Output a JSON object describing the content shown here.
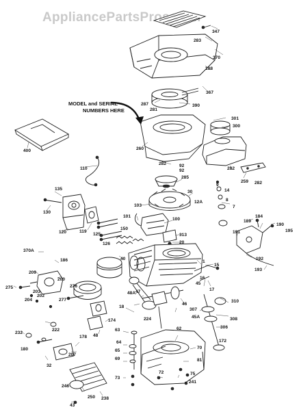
{
  "watermark": "AppliancePartsPros.com",
  "callout": {
    "line1": "MODEL and SERIAL",
    "line2": "NUMBERS HERE"
  },
  "part_labels": [
    "347",
    "283",
    "370",
    "188",
    "367",
    "287",
    "281",
    "390",
    "301",
    "300",
    "400",
    "260",
    "282",
    "92",
    "92",
    "110",
    "282",
    "259",
    "282",
    "285",
    "30",
    "135",
    "9",
    "14",
    "12A",
    "8",
    "7",
    "130",
    "120",
    "119",
    "101",
    "103",
    "100",
    "125",
    "126",
    "150",
    "313",
    "20",
    "189",
    "184",
    "190",
    "195",
    "191",
    "192",
    "193",
    "370A",
    "186",
    "1",
    "15",
    "209",
    "200",
    "40",
    "17",
    "276",
    "275",
    "203",
    "202",
    "204",
    "277",
    "16",
    "45",
    "46",
    "45A",
    "307",
    "310",
    "308",
    "306",
    "172",
    "174",
    "48",
    "18",
    "224",
    "222",
    "232",
    "180",
    "207",
    "178",
    "32",
    "62",
    "63",
    "64",
    "65",
    "69",
    "70",
    "81",
    "73",
    "72",
    "75",
    "241",
    "246",
    "250",
    "238",
    "43",
    "47",
    "48A"
  ]
}
